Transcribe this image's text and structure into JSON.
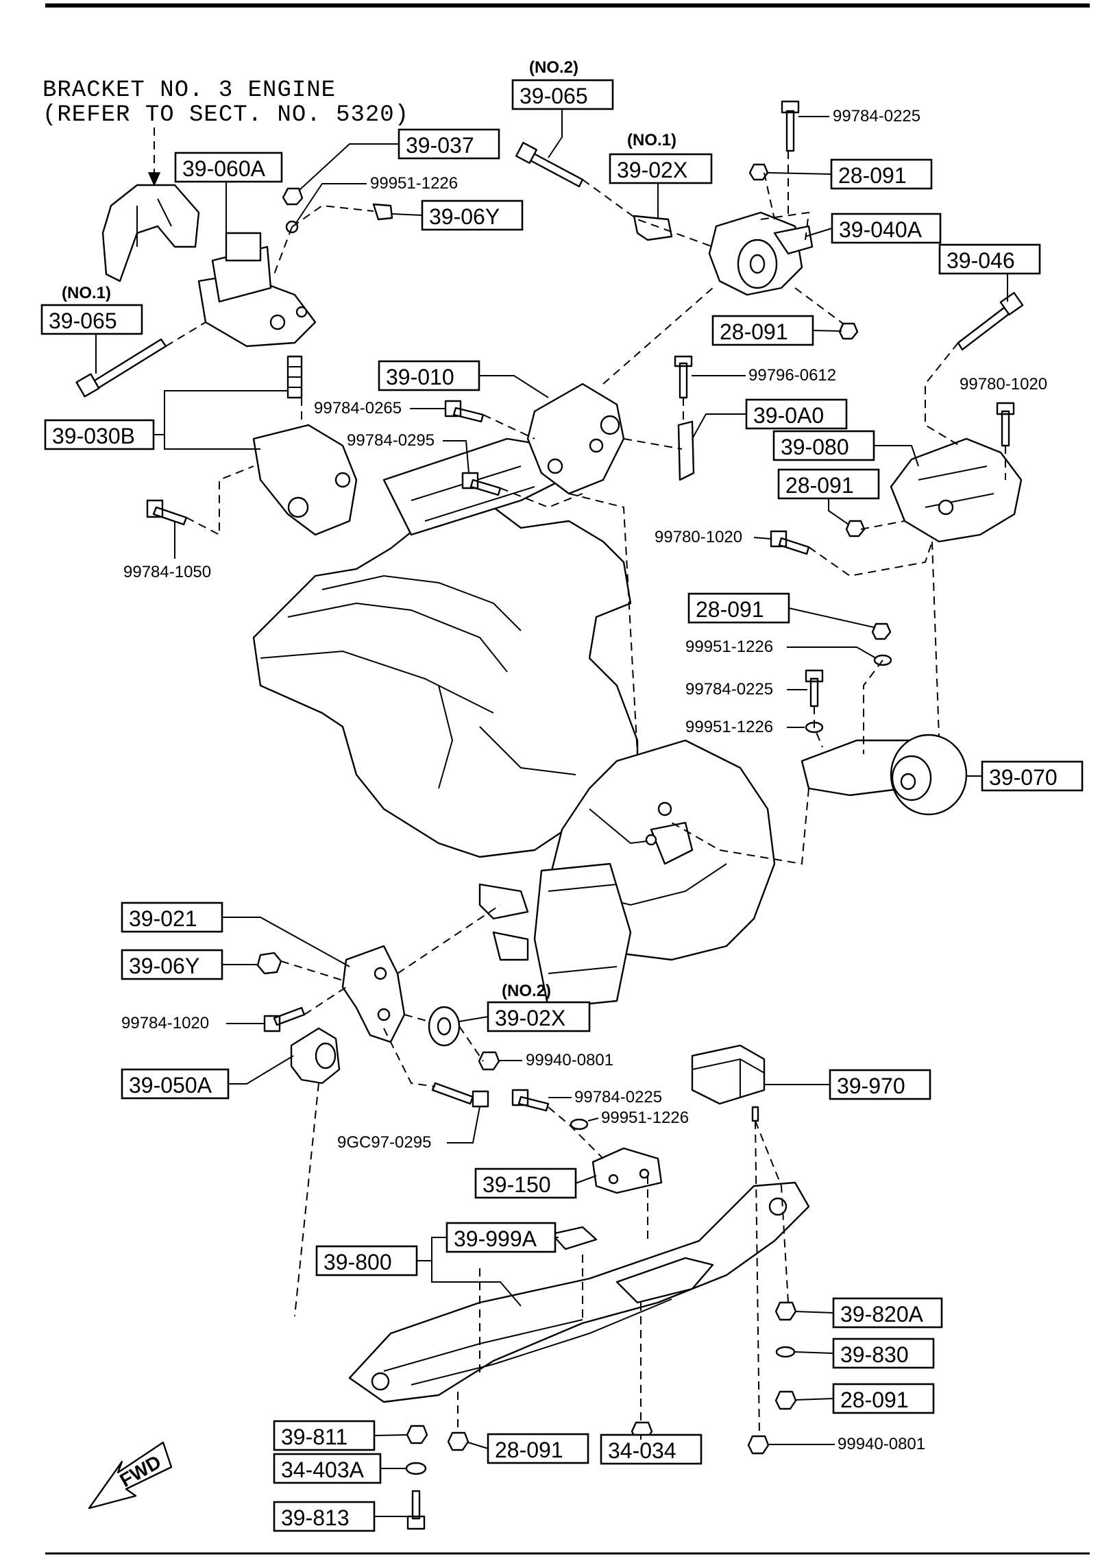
{
  "note": {
    "line1": "BRACKET NO. 3 ENGINE",
    "line2": "(REFER TO SECT. NO. 5320)"
  },
  "parts": {
    "p39_065_no2": {
      "tag": "(NO.2)",
      "code": "39-065"
    },
    "p99784_0225_top": "99784-0225",
    "p39_037": "39-037",
    "p39_060A": "39-060A",
    "p99951_1226_top": "99951-1226",
    "p39_06Y_top": "39-06Y",
    "p39_02X_no1": {
      "tag": "(NO.1)",
      "code": "39-02X"
    },
    "p28_091_top": "28-091",
    "p39_040A": "39-040A",
    "p39_046": "39-046",
    "p39_065_no1": {
      "tag": "(NO.1)",
      "code": "39-065"
    },
    "p28_091_mid": "28-091",
    "p39_010": "39-010",
    "p99796_0612": "99796-0612",
    "p99780_1020_right": "99780-1020",
    "p99784_0265": "99784-0265",
    "p39_0A0": "39-0A0",
    "p39_030B": "39-030B",
    "p99784_0295": "99784-0295",
    "p39_080": "39-080",
    "p28_091_right": "28-091",
    "p99780_1020_mid": "99780-1020",
    "p99784_1050": "99784-1050",
    "p28_091_r2": "28-091",
    "p99951_1226_r1": "99951-1226",
    "p99784_0225_r": "99784-0225",
    "p99951_1226_r2": "99951-1226",
    "p39_070": "39-070",
    "p39_021": "39-021",
    "p39_06Y_low": "39-06Y",
    "p39_02X_no2": {
      "tag": "(NO.2)",
      "code": "39-02X"
    },
    "p99784_1020_low": "99784-1020",
    "p99940_0801_mid": "99940-0801",
    "p39_050A": "39-050A",
    "p39_970": "39-970",
    "p99784_0225_low": "99784-0225",
    "p99951_1226_low": "99951-1226",
    "p9GC97_0295": "9GC97-0295",
    "p39_150": "39-150",
    "p39_999A": "39-999A",
    "p39_800": "39-800",
    "p39_820A": "39-820A",
    "p39_830": "39-830",
    "p28_091_br": "28-091",
    "p39_811": "39-811",
    "p28_091_bot": "28-091",
    "p34_034": "34-034",
    "p99940_0801_bot": "99940-0801",
    "p34_403A": "34-403A",
    "p39_813": "39-813"
  },
  "fwd": "FWD"
}
